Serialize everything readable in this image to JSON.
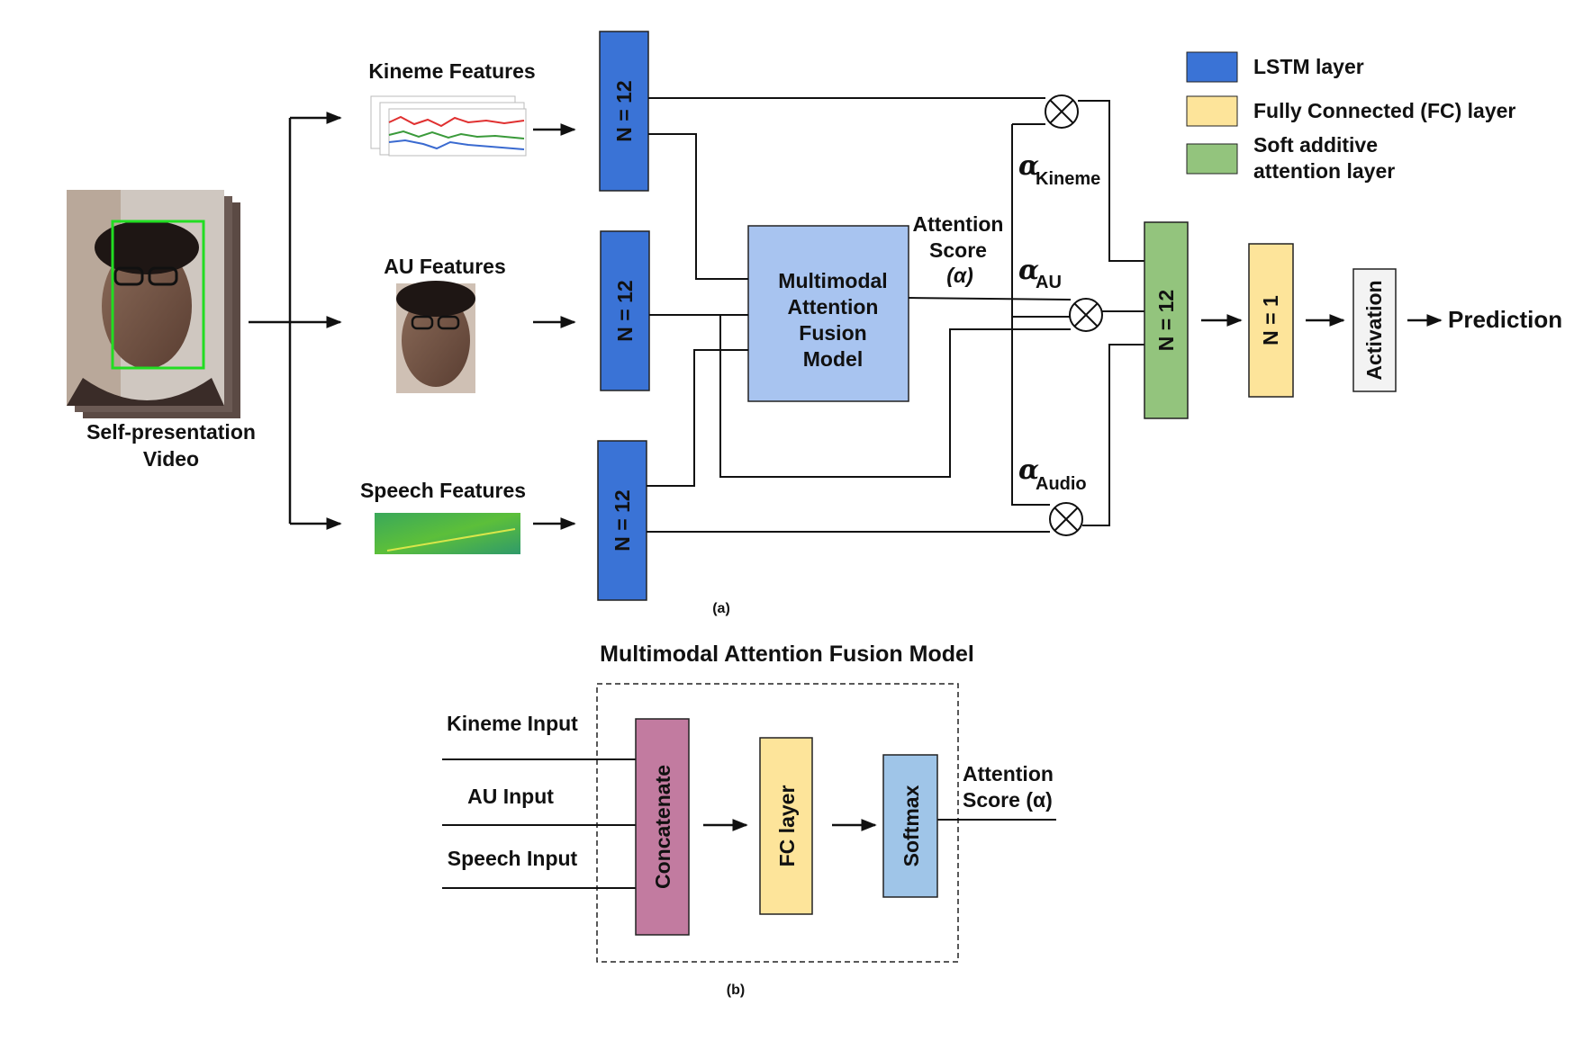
{
  "colors": {
    "lstm": "#3a73d6",
    "fc": "#fde49a",
    "attention": "#93c47d",
    "fusion_model": "#a8c4f0",
    "concatenate": "#c27ba0",
    "softmax": "#9fc5e8",
    "activation": "#f3f3f3",
    "line": "#111111"
  },
  "legend": {
    "lstm": "LSTM layer",
    "fc": "Fully Connected (FC) layer",
    "attention_line1": "Soft additive",
    "attention_line2": "attention layer"
  },
  "panel_a": {
    "video_label_line1": "Self-presentation",
    "video_label_line2": "Video",
    "kineme_features": "Kineme Features",
    "au_features": "AU Features",
    "speech_features": "Speech Features",
    "lstm_label": "N = 12",
    "fusion_line1": "Multimodal",
    "fusion_line2": "Attention",
    "fusion_line3": "Fusion",
    "fusion_line4": "Model",
    "attention_score_line1": "Attention",
    "attention_score_line2": "Score",
    "attention_score_line3": "(α)",
    "alpha_symbol": "α",
    "alpha_kineme_sub": "Kineme",
    "alpha_au_sub": "AU",
    "alpha_audio_sub": "Audio",
    "attention_layer_label": "N = 12",
    "fc_label": "N = 1",
    "activation_label": "Activation",
    "prediction": "Prediction",
    "caption": "(a)"
  },
  "panel_b": {
    "title": "Multimodal Attention Fusion Model",
    "kineme_input": "Kineme Input",
    "au_input": "AU Input",
    "speech_input": "Speech Input",
    "concatenate": "Concatenate",
    "fc_layer": "FC layer",
    "softmax": "Softmax",
    "attention_score_line1": "Attention",
    "attention_score_line2": "Score (α)",
    "caption": "(b)"
  }
}
